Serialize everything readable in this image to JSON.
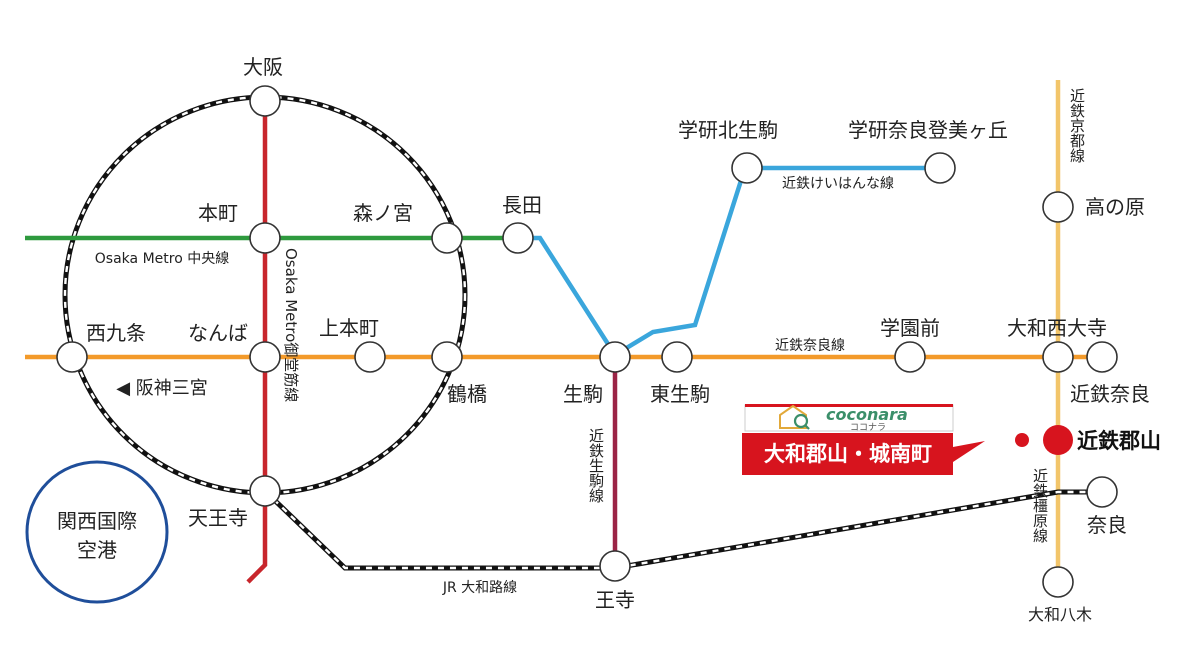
{
  "colors": {
    "chuo": "#2e9a3e",
    "midosuji": "#c8262c",
    "kintetsu_nara": "#f39a2a",
    "keihanna": "#3aa6dc",
    "kyoto": "#f2c56a",
    "ikoma": "#9b2446",
    "accent_red": "#d7141e",
    "airport_blue": "#1f4e9a"
  },
  "stations": {
    "osaka": "大阪",
    "honmachi": "本町",
    "morinomiya": "森ノ宮",
    "nagata": "長田",
    "nishikujo": "西九条",
    "namba": "なんば",
    "uehommachi": "上本町",
    "tsuruhashi": "鶴橋",
    "ikoma": "生駒",
    "higashi_ikoma": "東生駒",
    "gakuen_mae": "学園前",
    "yamato_saidaiji": "大和西大寺",
    "kintetsu_nara": "近鉄奈良",
    "kintetsu_koriyama": "近鉄郡山",
    "nara": "奈良",
    "yamato_yagi": "大和八木",
    "takanohara": "高の原",
    "gakken_kita_ikoma": "学研北生駒",
    "gakken_nara_tomigaoka": "学研奈良登美ヶ丘",
    "tennoji": "天王寺",
    "oji": "王寺",
    "hanshin_sannomiya": "◀ 阪神三宮"
  },
  "lines": {
    "chuo": "Osaka Metro 中央線",
    "midosuji": "Osaka Metro御堂筋線",
    "keihanna": "近鉄けいはんな線",
    "kintetsu_nara": "近鉄奈良線",
    "kintetsu_kyoto": "近鉄京都線",
    "kintetsu_ikoma": "近鉄生駒線",
    "kintetsu_kashihara": "近鉄橿原線",
    "jr_yamatoji": "JR 大和路線"
  },
  "airport": {
    "line1": "関西国際",
    "line2": "空港"
  },
  "banner": {
    "text": "大和郡山・城南町",
    "logo": "coconara",
    "logo_sub": "ココナラ"
  }
}
